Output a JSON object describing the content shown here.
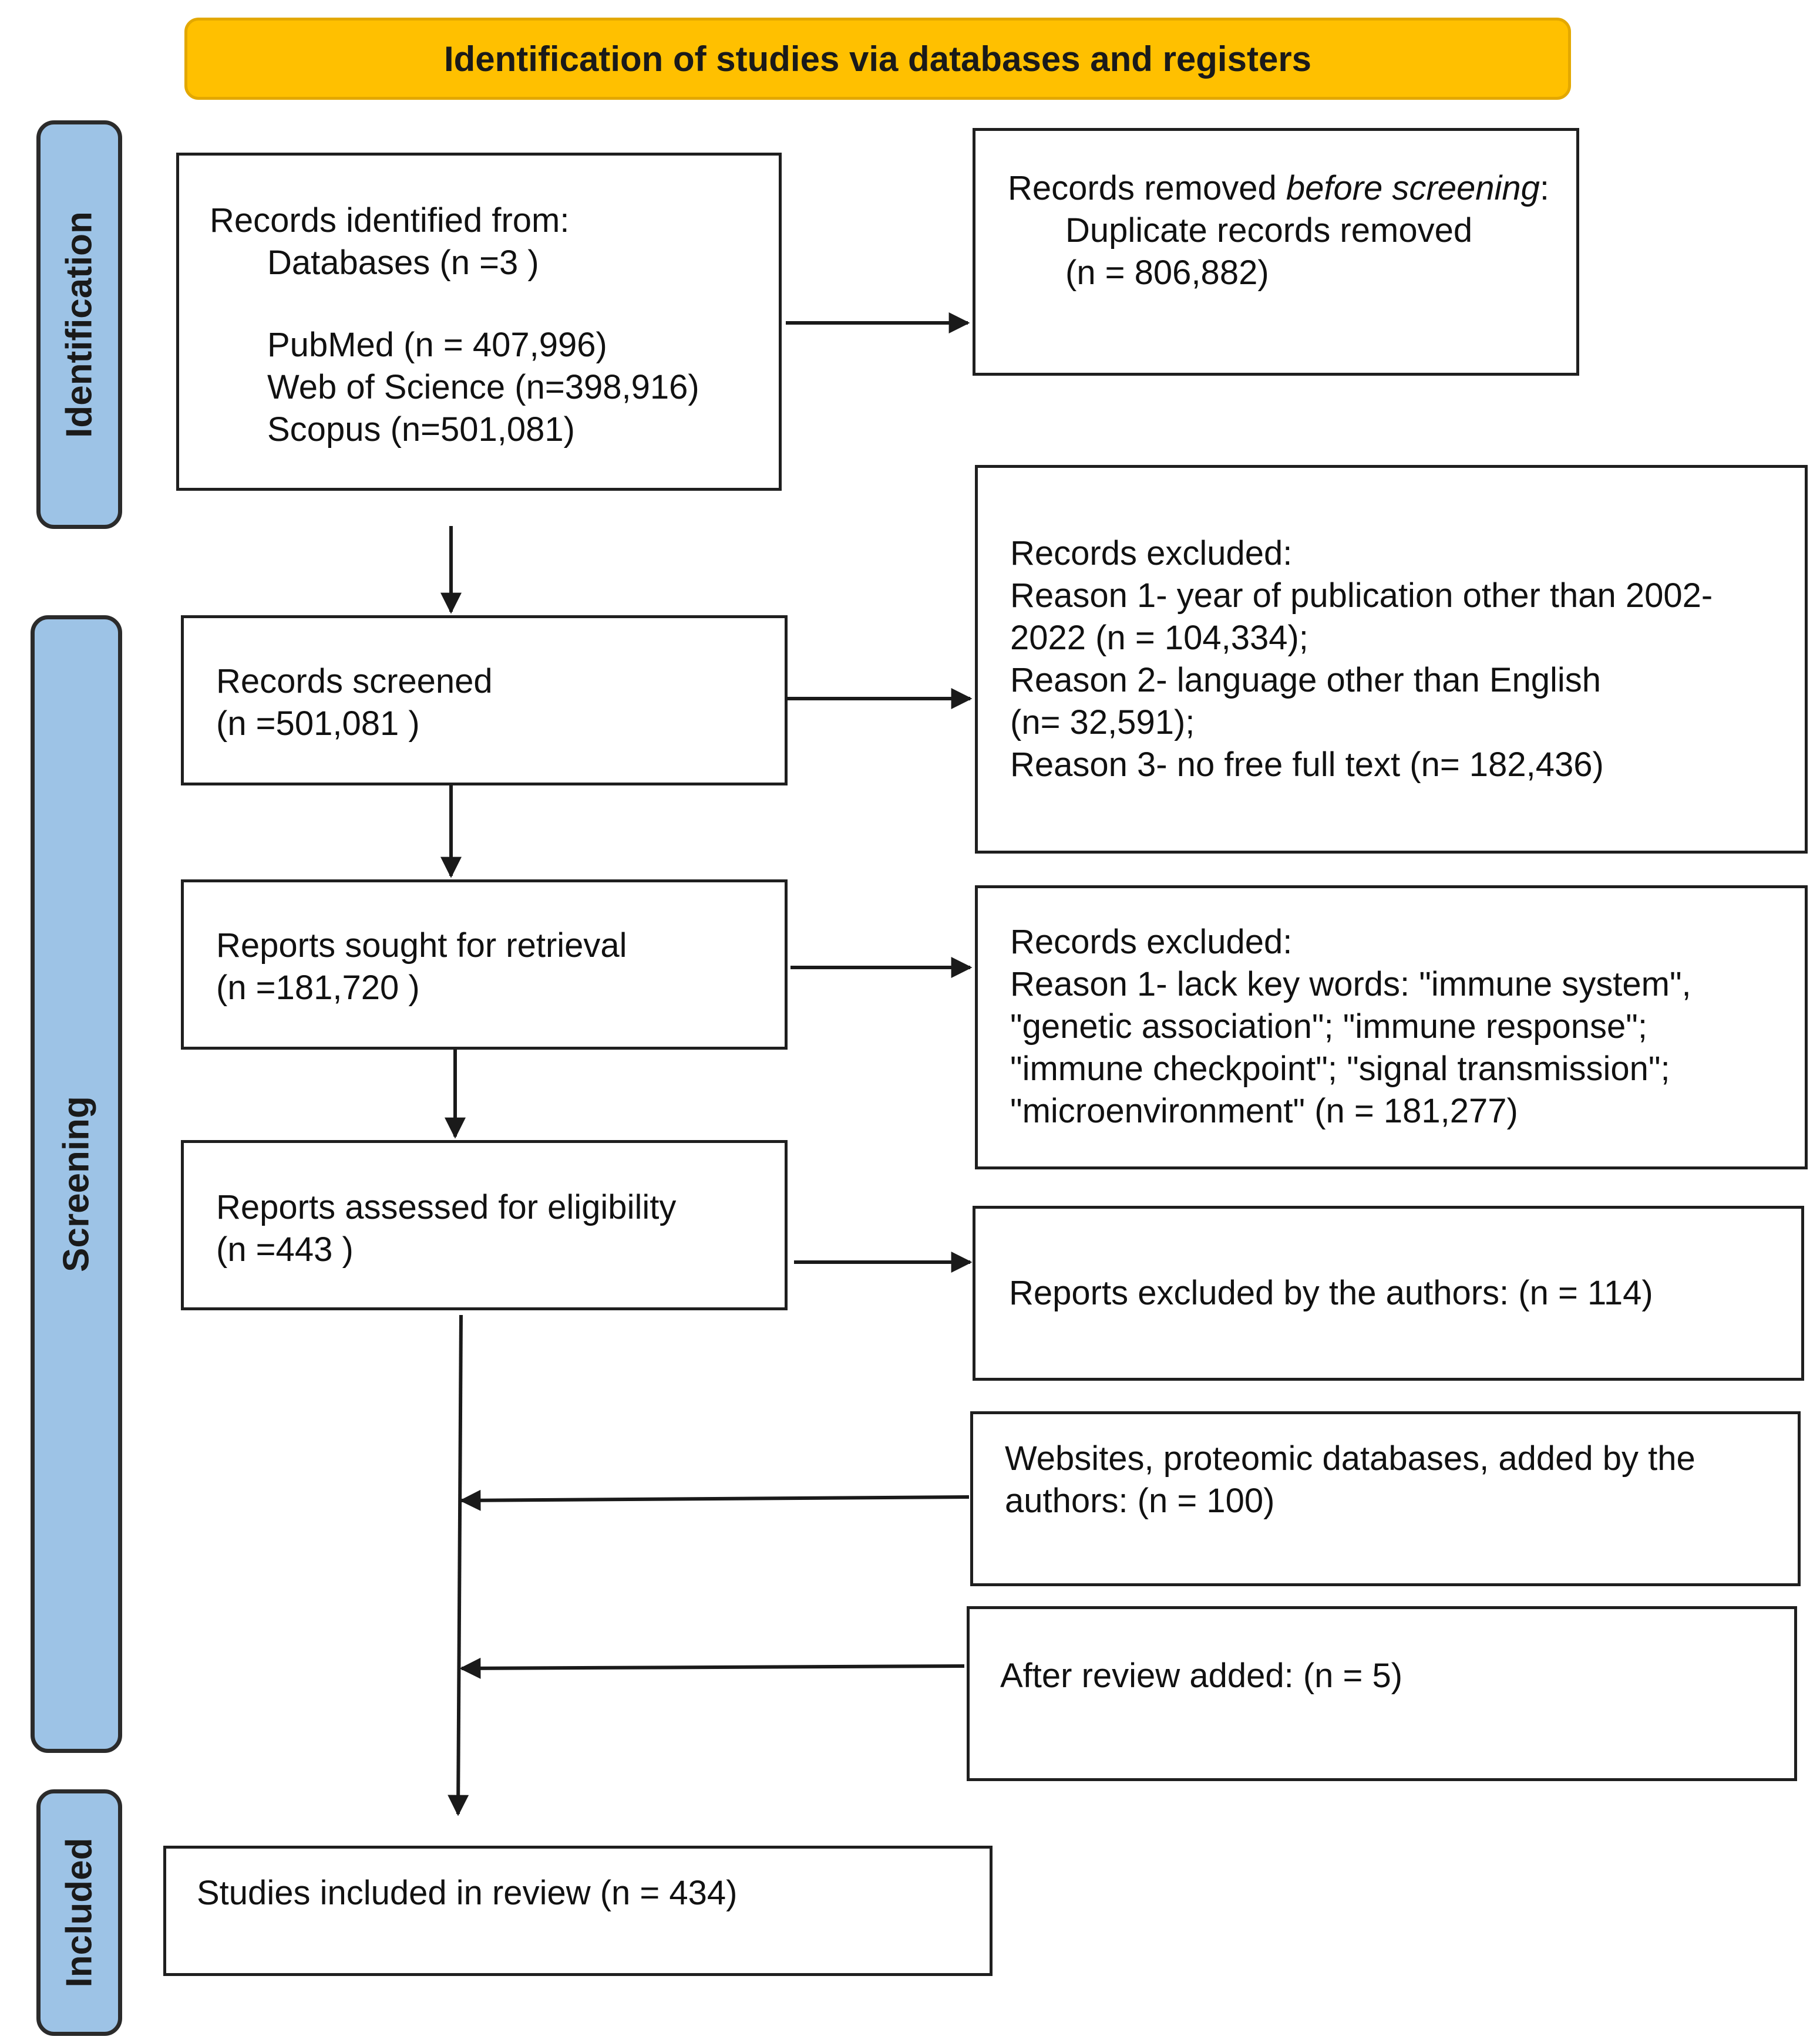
{
  "header": {
    "title": "Identification of studies via databases and registers"
  },
  "phases": {
    "identification": "Identification",
    "screening": "Screening",
    "included": "Included"
  },
  "identified": {
    "heading": "Records identified from:",
    "databases": "Databases (n =3 )",
    "pubmed": "PubMed (n = 407,996)",
    "web_of_science": "Web of Science (n=398,916)",
    "scopus": "Scopus (n=501,081)"
  },
  "removed": {
    "heading_start": "Records removed ",
    "heading_emphasis": "before screening",
    "heading_end": ":",
    "duplicates_label": "Duplicate records removed",
    "duplicates_count": "(n = 806,882)"
  },
  "screened": {
    "label": "Records screened",
    "count": "(n =501,081 )"
  },
  "excluded_1": {
    "heading": "Records excluded:",
    "reason1_a": "Reason 1- year of publication other than 2002-",
    "reason1_b": "2022 (n = 104,334);",
    "reason2_a": "Reason 2- language other than English",
    "reason2_b": "(n= 32,591);",
    "reason3": "Reason 3- no free full text (n= 182,436)"
  },
  "sought": {
    "label": "Reports sought for retrieval",
    "count": "(n =181,720 )"
  },
  "excluded_2": {
    "heading": "Records excluded:",
    "line1": "Reason 1- lack key words: \"immune system\",",
    "line2": "\"genetic association\"; \"immune response\";",
    "line3": "\"immune checkpoint\"; \"signal transmission\";",
    "line4": "\"microenvironment\" (n = 181,277)"
  },
  "assessed": {
    "label": "Reports assessed for eligibility",
    "count": "(n =443 )"
  },
  "excluded_authors": {
    "text": "Reports excluded by the authors: (n = 114)"
  },
  "added_websites": {
    "line1": "Websites, proteomic databases, added by the",
    "line2": "authors: (n = 100)"
  },
  "added_review": {
    "text": "After review added: (n = 5)"
  },
  "included": {
    "text": "Studies included in review (n = 434)"
  }
}
